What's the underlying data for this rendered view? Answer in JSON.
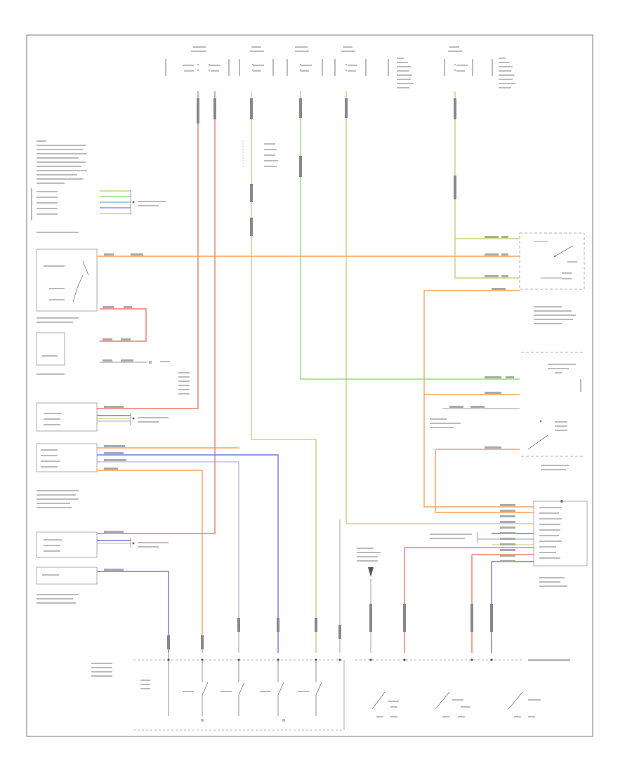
{
  "diagram": {
    "footer_code": "",
    "colors": {
      "red": "#f07a6a",
      "orange": "#f5a25a",
      "yellow_green": "#b9c96a",
      "green": "#7fd36a",
      "blue": "#6f78e0",
      "frame": "#777777",
      "wire_grey": "#999999",
      "text": "#444444"
    },
    "top_connectors": [
      {
        "id": "c1",
        "label": ""
      },
      {
        "id": "c2",
        "label": ""
      },
      {
        "id": "c3",
        "label": ""
      },
      {
        "id": "c4",
        "label": ""
      },
      {
        "id": "c5",
        "label": ""
      }
    ],
    "left_components": [
      {
        "id": "instrument-panel",
        "label": ""
      },
      {
        "id": "switch-a",
        "label": ""
      },
      {
        "id": "switch-b",
        "label": ""
      },
      {
        "id": "motor-a",
        "label": ""
      },
      {
        "id": "unit-a",
        "label": ""
      },
      {
        "id": "motor-b",
        "label": ""
      }
    ],
    "right_components": [
      {
        "id": "right-switch-a",
        "label": ""
      },
      {
        "id": "right-sensor",
        "label": ""
      },
      {
        "id": "right-switch-b",
        "label": ""
      },
      {
        "id": "control-module",
        "label": ""
      }
    ],
    "bottom_groups": [
      {
        "id": "seat-switch-group",
        "label": ""
      },
      {
        "id": "ground-group",
        "label": ""
      }
    ]
  }
}
